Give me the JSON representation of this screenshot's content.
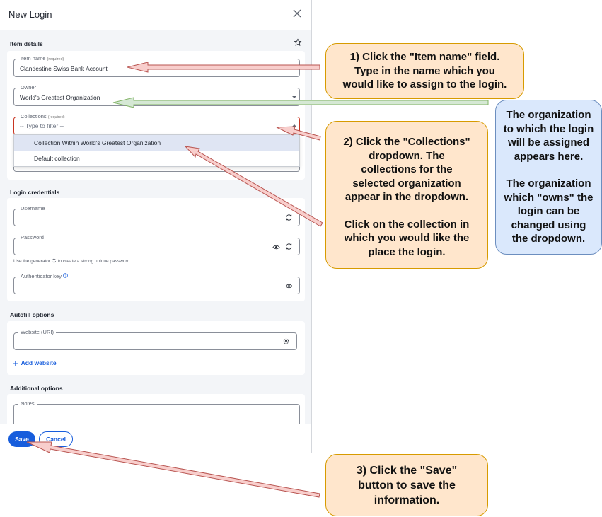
{
  "dialog": {
    "title": "New Login",
    "close_icon": "close-icon",
    "item_details": {
      "section_title": "Item details",
      "favorite_icon": "star-icon",
      "item_name_label": "Item name",
      "item_name_required": "(required)",
      "item_name_value": "Clandestine Swiss Bank Account",
      "owner_label": "Owner",
      "owner_value": "World's Greatest Organization",
      "collections_label": "Collections",
      "collections_required": "(required)",
      "collections_placeholder": "-- Type to filter --",
      "collections_options": [
        "Collection Within World's Greatest Organization",
        "Default collection"
      ],
      "collections_highlighted_index": 0
    },
    "login_credentials": {
      "section_title": "Login credentials",
      "username_label": "Username",
      "password_label": "Password",
      "password_helper_prefix": "Use the generator",
      "password_helper_suffix": "to create a strong unique password",
      "authenticator_label": "Authenticator key"
    },
    "autofill": {
      "section_title": "Autofill options",
      "website_label": "Website (URI)",
      "add_website": "Add website"
    },
    "additional": {
      "section_title": "Additional options",
      "notes_label": "Notes"
    },
    "footer": {
      "save": "Save",
      "cancel": "Cancel"
    }
  },
  "callouts": {
    "step1": [
      "1) Click the \"Item name\" field.",
      "Type in the name which you",
      "would like to assign to the login."
    ],
    "step2a": [
      "2) Click the \"Collections\"",
      "dropdown.  The",
      "collections for the",
      "selected organization",
      "appear in the dropdown."
    ],
    "step2b": [
      "Click on the collection in",
      "which you would like the",
      "place the login."
    ],
    "org_a": [
      "The organization",
      "to which the login",
      "will be assigned",
      "appears here."
    ],
    "org_b": [
      "The organization",
      "which \"owns\" the",
      "login can be",
      "changed using",
      "the dropdown."
    ],
    "step3": [
      "3) Click the \"Save\"",
      "button to save the",
      "information."
    ]
  },
  "colors": {
    "primary": "#175ddc",
    "callout_orange_fill": "#ffe6cc",
    "callout_orange_stroke": "#d79b00",
    "callout_blue_fill": "#dae8fc",
    "callout_blue_stroke": "#6c8ebf",
    "arrow_red_fill": "#f8cecc",
    "arrow_red_stroke": "#b85450",
    "arrow_green_fill": "#d5e8d4",
    "arrow_green_stroke": "#82b366"
  }
}
